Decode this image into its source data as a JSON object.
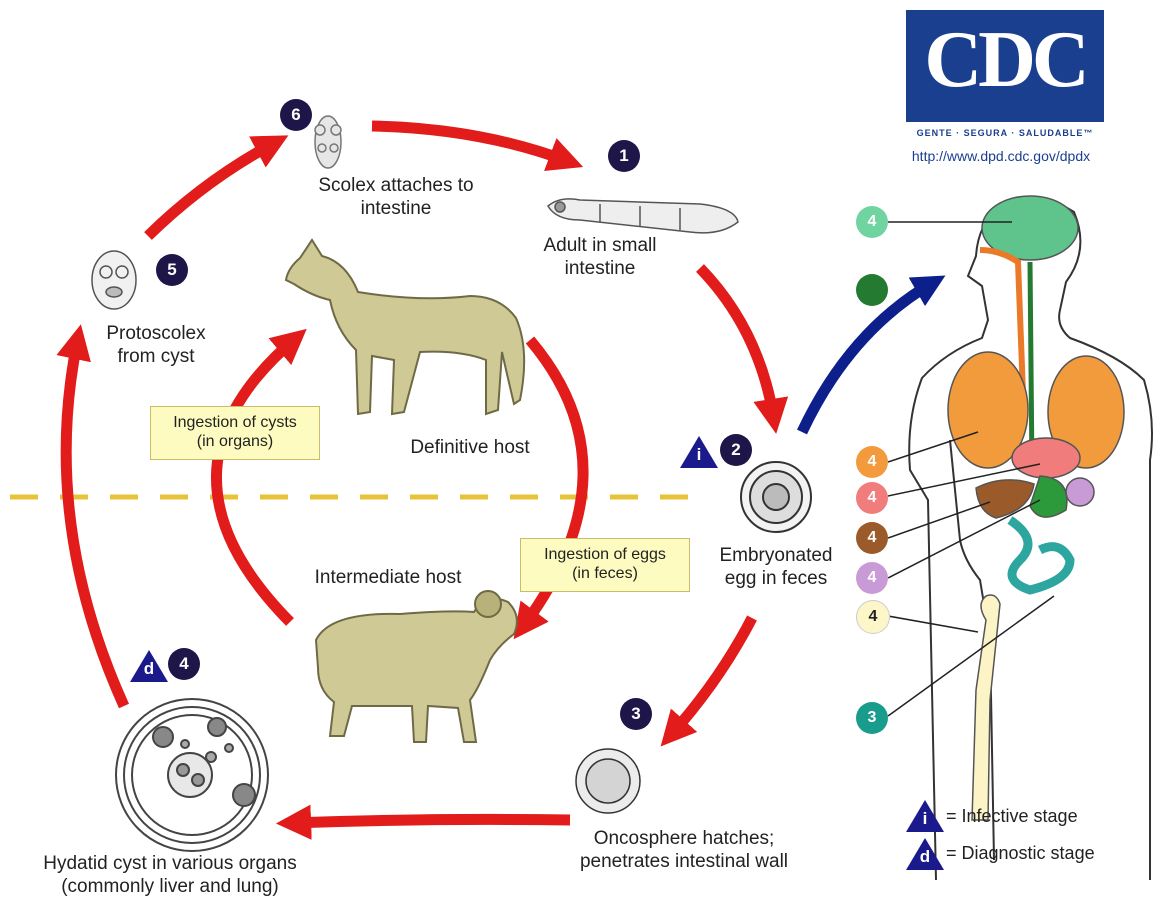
{
  "logo": {
    "text": "CDC",
    "tagline": "GENTE · SEGURA · SALUDABLE™",
    "url": "http://www.dpd.cdc.gov/dpdx"
  },
  "steps": [
    {
      "number": "1",
      "label": "Adult in small intestine"
    },
    {
      "number": "2",
      "label": "Embryonated egg in feces"
    },
    {
      "number": "3",
      "label": "Oncosphere hatches; penetrates intestinal wall"
    },
    {
      "number": "4",
      "label": "Hydatid cyst in various organs (commonly liver and lung)"
    },
    {
      "number": "5",
      "label": "Protoscolex from cyst"
    },
    {
      "number": "6",
      "label": "Scolex attaches to intestine"
    }
  ],
  "labels": {
    "adult_l1": "Adult in small",
    "adult_l2": "intestine",
    "egg_l1": "Embryonated",
    "egg_l2": "egg in feces",
    "onco_l1": "Oncosphere hatches;",
    "onco_l2": "penetrates intestinal wall",
    "cyst_l1": "Hydatid cyst in various organs",
    "cyst_l2": "(commonly liver and lung)",
    "proto_l1": "Protoscolex",
    "proto_l2": "from cyst",
    "scolex_l1": "Scolex attaches to",
    "scolex_l2": "intestine",
    "definitive_host": "Definitive host",
    "intermediate_host": "Intermediate host"
  },
  "boxes": {
    "cysts_l1": "Ingestion of cysts",
    "cysts_l2": "(in organs)",
    "eggs_l1": "Ingestion of eggs",
    "eggs_l2": "(in feces)"
  },
  "stage_markers": {
    "infective_letter": "i",
    "diagnostic_letter": "d"
  },
  "organ_markers": [
    {
      "number": "4",
      "color": "#6fd4a0"
    },
    {
      "number": "",
      "color": "#237a30"
    },
    {
      "number": "4",
      "color": "#f39a3c"
    },
    {
      "number": "4",
      "color": "#f07c7c"
    },
    {
      "number": "4",
      "color": "#9a5a2a"
    },
    {
      "number": "4",
      "color": "#c89ad6"
    },
    {
      "number": "4",
      "color": "#fcf6c8"
    },
    {
      "number": "3",
      "color": "#1a9c8c"
    }
  ],
  "legend": {
    "infective": "= Infective stage",
    "diagnostic": "= Diagnostic stage"
  },
  "colors": {
    "cycle_arrow": "#e21b1b",
    "human_arrow": "#0d1f8a",
    "step_badge": "#1e1548",
    "stage_triangle": "#1a1a8c",
    "host_divider": "#e8c33a",
    "box_fill": "#fdfbc0"
  }
}
